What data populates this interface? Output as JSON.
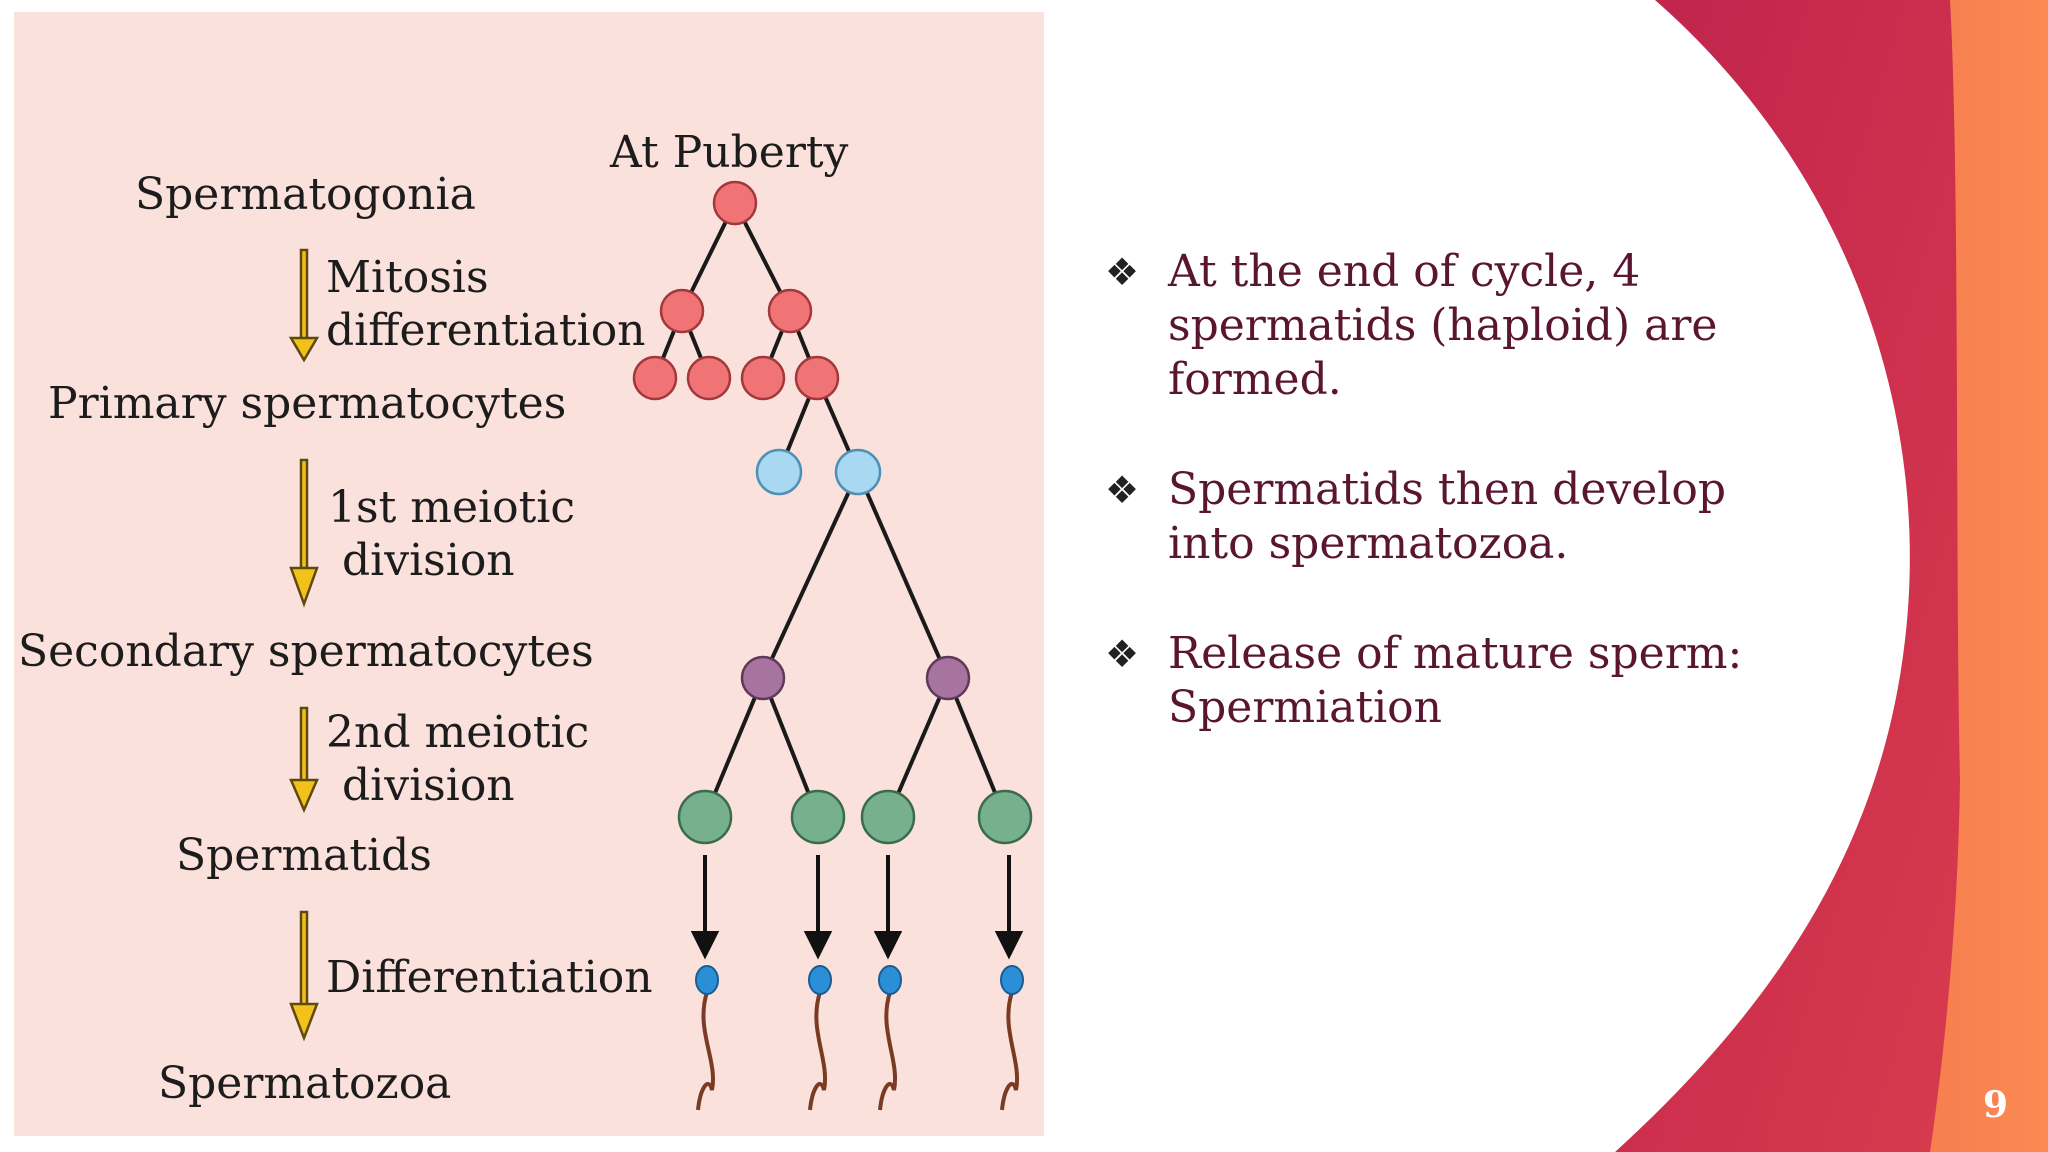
{
  "diagram": {
    "labels": {
      "at_puberty": "At Puberty",
      "spermatogonia": "Spermatogonia",
      "mitosis": "Mitosis",
      "differentiation_1": "differentiation",
      "primary": "Primary spermatocytes",
      "first_meiotic_1": "1st meiotic",
      "first_meiotic_2": "division",
      "secondary": "Secondary spermatocytes",
      "second_meiotic_1": "2nd meiotic",
      "second_meiotic_2": "division",
      "spermatids": "Spermatids",
      "differentiation_2": "Differentiation",
      "spermatozoa": "Spermatozoa"
    },
    "colors": {
      "panel": "#fbe1dc",
      "spermatogonia_cell": "#f07476",
      "primary_cell": "#a9d9f2",
      "secondary_cell": "#a7749f",
      "spermatid_cell": "#76b08d",
      "sperm_head": "#2b8fd8",
      "sperm_tail": "#7a3b24",
      "process_arrow": "#f2c21b"
    }
  },
  "bullets": [
    {
      "marker": "❖",
      "text": "At the end of cycle, 4 spermatids (haploid) are formed."
    },
    {
      "marker": "❖",
      "text": "Spermatids then develop into spermatozoa."
    },
    {
      "marker": "❖",
      "text": "Release of mature sperm: Spermiation"
    }
  ],
  "slide_number": "9",
  "theme": {
    "crimson": "#c4264e",
    "orange": "#f7744e",
    "text": "#5a1530"
  }
}
